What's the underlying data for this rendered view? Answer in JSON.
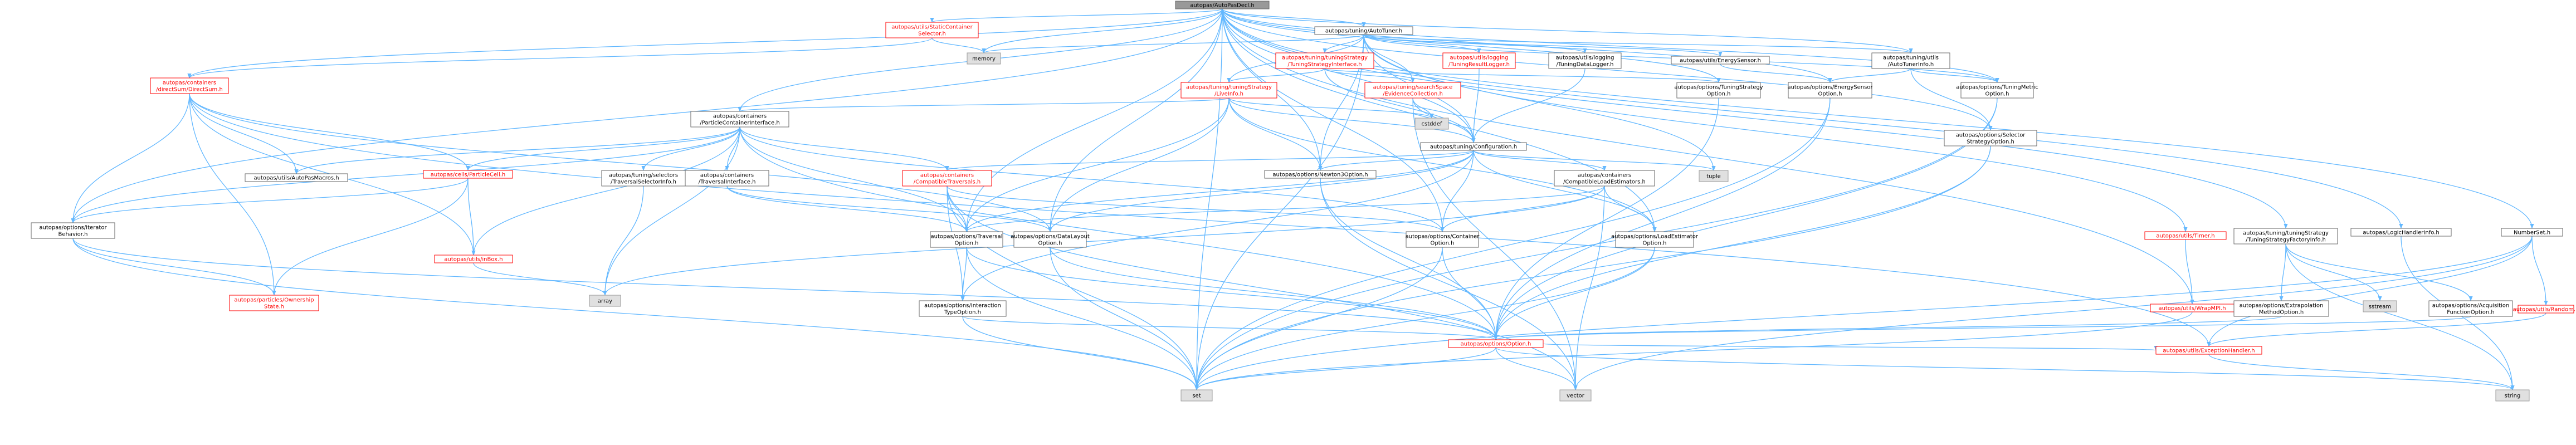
{
  "colors": {
    "edge": "#63B8FF",
    "root_fill": "#999999",
    "node_border": "#666666",
    "incomplete_border": "#ff0000",
    "incomplete_text": "#ff0000",
    "system_fill": "#e0e0e0"
  },
  "nodes": [
    {
      "id": "root",
      "label": [
        "autopas/AutoPasDecl.h"
      ],
      "kind": "root"
    },
    {
      "id": "staticcont",
      "label": [
        "autopas/utils/StaticContainer",
        "Selector.h"
      ],
      "kind": "bad"
    },
    {
      "id": "autotuner",
      "label": [
        "autopas/tuning/AutoTuner.h"
      ],
      "kind": "link"
    },
    {
      "id": "memory",
      "label": [
        "memory"
      ],
      "kind": "sys"
    },
    {
      "id": "tsinterface",
      "label": [
        "autopas/tuning/tuningStrategy",
        "/TuningStrategyInterface.h"
      ],
      "kind": "bad"
    },
    {
      "id": "tuningresultlog",
      "label": [
        "autopas/utils/logging",
        "/TuningResultLogger.h"
      ],
      "kind": "bad"
    },
    {
      "id": "tuningdatalog",
      "label": [
        "autopas/utils/logging",
        "/TuningDataLogger.h"
      ],
      "kind": "link"
    },
    {
      "id": "energysensor",
      "label": [
        "autopas/utils/EnergySensor.h"
      ],
      "kind": "link"
    },
    {
      "id": "autotuneinfo",
      "label": [
        "autopas/tuning/utils",
        "/AutoTunerInfo.h"
      ],
      "kind": "link"
    },
    {
      "id": "directsum",
      "label": [
        "autopas/containers",
        "/directSum/DirectSum.h"
      ],
      "kind": "bad"
    },
    {
      "id": "liveinfo",
      "label": [
        "autopas/tuning/tuningStrategy",
        "/LiveInfo.h"
      ],
      "kind": "bad"
    },
    {
      "id": "evidence",
      "label": [
        "autopas/tuning/searchSpace",
        "/EvidenceCollection.h"
      ],
      "kind": "bad"
    },
    {
      "id": "tsoption",
      "label": [
        "autopas/options/TuningStrategy",
        "Option.h"
      ],
      "kind": "link"
    },
    {
      "id": "esoption",
      "label": [
        "autopas/options/EnergySensor",
        "Option.h"
      ],
      "kind": "link"
    },
    {
      "id": "tmoption",
      "label": [
        "autopas/options/TuningMetric",
        "Option.h"
      ],
      "kind": "link"
    },
    {
      "id": "pcinterface",
      "label": [
        "autopas/containers",
        "/ParticleContainerInterface.h"
      ],
      "kind": "link"
    },
    {
      "id": "cstddef",
      "label": [
        "cstddef"
      ],
      "kind": "sys"
    },
    {
      "id": "config",
      "label": [
        "autopas/tuning/Configuration.h"
      ],
      "kind": "link"
    },
    {
      "id": "selstrat",
      "label": [
        "autopas/options/Selector",
        "StrategyOption.h"
      ],
      "kind": "link"
    },
    {
      "id": "macros",
      "label": [
        "autopas/utils/AutoPasMacros.h"
      ],
      "kind": "link"
    },
    {
      "id": "particlecell",
      "label": [
        "autopas/cells/ParticleCell.h"
      ],
      "kind": "bad"
    },
    {
      "id": "travselinfo",
      "label": [
        "autopas/tuning/selectors",
        "/TraversalSelectorInfo.h"
      ],
      "kind": "link"
    },
    {
      "id": "travinterface",
      "label": [
        "autopas/containers",
        "/TraversalInterface.h"
      ],
      "kind": "link"
    },
    {
      "id": "compattrav",
      "label": [
        "autopas/containers",
        "/CompatibleTraversals.h"
      ],
      "kind": "bad"
    },
    {
      "id": "newton3",
      "label": [
        "autopas/options/Newton3Option.h"
      ],
      "kind": "link"
    },
    {
      "id": "tuple",
      "label": [
        "tuple"
      ],
      "kind": "sys"
    },
    {
      "id": "compatload",
      "label": [
        "autopas/containers",
        "/CompatibleLoadEstimators.h"
      ],
      "kind": "link"
    },
    {
      "id": "timer",
      "label": [
        "autopas/utils/Timer.h"
      ],
      "kind": "bad"
    },
    {
      "id": "tsfactory",
      "label": [
        "autopas/tuning/tuningStrategy",
        "/TuningStrategyFactoryInfo.h"
      ],
      "kind": "link"
    },
    {
      "id": "loghandler",
      "label": [
        "autopas/LogicHandlerInfo.h"
      ],
      "kind": "link"
    },
    {
      "id": "numberset",
      "label": [
        "NumberSet.h"
      ],
      "kind": "link"
    },
    {
      "id": "iterbehavior",
      "label": [
        "autopas/options/Iterator",
        "Behavior.h"
      ],
      "kind": "link"
    },
    {
      "id": "inbox",
      "label": [
        "autopas/utils/inBox.h"
      ],
      "kind": "bad"
    },
    {
      "id": "travoption",
      "label": [
        "autopas/options/Traversal",
        "Option.h"
      ],
      "kind": "link"
    },
    {
      "id": "datalayout",
      "label": [
        "autopas/options/DataLayout",
        "Option.h"
      ],
      "kind": "link"
    },
    {
      "id": "contoption",
      "label": [
        "autopas/options/Container",
        "Option.h"
      ],
      "kind": "link"
    },
    {
      "id": "loadest",
      "label": [
        "autopas/options/LoadEstimator",
        "Option.h"
      ],
      "kind": "link"
    },
    {
      "id": "array",
      "label": [
        "array"
      ],
      "kind": "sys"
    },
    {
      "id": "ownership",
      "label": [
        "autopas/particles/Ownership",
        "State.h"
      ],
      "kind": "bad"
    },
    {
      "id": "interaction",
      "label": [
        "autopas/options/Interaction",
        "TypeOption.h"
      ],
      "kind": "link"
    },
    {
      "id": "wrapmpi",
      "label": [
        "autopas/utils/WrapMPI.h"
      ],
      "kind": "bad"
    },
    {
      "id": "extrapolation",
      "label": [
        "autopas/options/Extrapolation",
        "MethodOption.h"
      ],
      "kind": "link"
    },
    {
      "id": "sstream",
      "label": [
        "sstream"
      ],
      "kind": "sys"
    },
    {
      "id": "acquisition",
      "label": [
        "autopas/options/Acquisition",
        "FunctionOption.h"
      ],
      "kind": "link"
    },
    {
      "id": "random",
      "label": [
        "autopas/utils/Random.h"
      ],
      "kind": "bad"
    },
    {
      "id": "option",
      "label": [
        "autopas/options/Option.h"
      ],
      "kind": "bad"
    },
    {
      "id": "exception",
      "label": [
        "autopas/utils/ExceptionHandler.h"
      ],
      "kind": "bad"
    },
    {
      "id": "set",
      "label": [
        "set"
      ],
      "kind": "sys"
    },
    {
      "id": "vector",
      "label": [
        "vector"
      ],
      "kind": "sys"
    },
    {
      "id": "string",
      "label": [
        "string"
      ],
      "kind": "sys"
    }
  ],
  "edges": [
    [
      "root",
      "staticcont"
    ],
    [
      "root",
      "autotuner"
    ],
    [
      "root",
      "memory"
    ],
    [
      "root",
      "directsum"
    ],
    [
      "root",
      "pcinterface"
    ],
    [
      "root",
      "travoption"
    ],
    [
      "root",
      "datalayout"
    ],
    [
      "root",
      "contoption"
    ],
    [
      "root",
      "newton3"
    ],
    [
      "root",
      "config"
    ],
    [
      "root",
      "tsoption"
    ],
    [
      "root",
      "esoption"
    ],
    [
      "root",
      "tmoption"
    ],
    [
      "root",
      "selstrat"
    ],
    [
      "root",
      "tsfactory"
    ],
    [
      "root",
      "loghandler"
    ],
    [
      "root",
      "numberset"
    ],
    [
      "root",
      "iterbehavior"
    ],
    [
      "root",
      "wrapmpi"
    ],
    [
      "root",
      "set"
    ],
    [
      "root",
      "loadest"
    ],
    [
      "root",
      "autotuneinfo"
    ],
    [
      "staticcont",
      "memory"
    ],
    [
      "staticcont",
      "directsum"
    ],
    [
      "autotuner",
      "memory"
    ],
    [
      "autotuner",
      "tsinterface"
    ],
    [
      "autotuner",
      "tuningresultlog"
    ],
    [
      "autotuner",
      "tuningdatalog"
    ],
    [
      "autotuner",
      "energysensor"
    ],
    [
      "autotuner",
      "autotuneinfo"
    ],
    [
      "autotuner",
      "liveinfo"
    ],
    [
      "autotuner",
      "evidence"
    ],
    [
      "autotuner",
      "config"
    ],
    [
      "autotuner",
      "tuple"
    ],
    [
      "autotuner",
      "timer"
    ],
    [
      "autotuner",
      "tmoption"
    ],
    [
      "autotuner",
      "set"
    ],
    [
      "autotuner",
      "newton3"
    ],
    [
      "tsinterface",
      "liveinfo"
    ],
    [
      "tsinterface",
      "evidence"
    ],
    [
      "tsinterface",
      "config"
    ],
    [
      "tsinterface",
      "tsoption"
    ],
    [
      "tuningresultlog",
      "config"
    ],
    [
      "tuningdatalog",
      "config"
    ],
    [
      "energysensor",
      "esoption"
    ],
    [
      "autotuneinfo",
      "tmoption"
    ],
    [
      "autotuneinfo",
      "selstrat"
    ],
    [
      "autotuneinfo",
      "esoption"
    ],
    [
      "directsum",
      "macros"
    ],
    [
      "directsum",
      "particlecell"
    ],
    [
      "directsum",
      "iterbehavior"
    ],
    [
      "directsum",
      "inbox"
    ],
    [
      "directsum",
      "ownership"
    ],
    [
      "directsum",
      "datalayout"
    ],
    [
      "directsum",
      "exception"
    ],
    [
      "liveinfo",
      "pcinterface"
    ],
    [
      "liveinfo",
      "cstddef"
    ],
    [
      "liveinfo",
      "config"
    ],
    [
      "liveinfo",
      "travoption"
    ],
    [
      "liveinfo",
      "datalayout"
    ],
    [
      "liveinfo",
      "newton3"
    ],
    [
      "liveinfo",
      "loadest"
    ],
    [
      "evidence",
      "cstddef"
    ],
    [
      "evidence",
      "config"
    ],
    [
      "evidence",
      "vector"
    ],
    [
      "tsoption",
      "option"
    ],
    [
      "esoption",
      "option"
    ],
    [
      "esoption",
      "set"
    ],
    [
      "tmoption",
      "option"
    ],
    [
      "tmoption",
      "set"
    ],
    [
      "pcinterface",
      "macros"
    ],
    [
      "pcinterface",
      "particlecell"
    ],
    [
      "pcinterface",
      "travselinfo"
    ],
    [
      "pcinterface",
      "travinterface"
    ],
    [
      "pcinterface",
      "compattrav"
    ],
    [
      "pcinterface",
      "iterbehavior"
    ],
    [
      "pcinterface",
      "inbox"
    ],
    [
      "pcinterface",
      "array"
    ],
    [
      "pcinterface",
      "contoption"
    ],
    [
      "pcinterface",
      "travoption"
    ],
    [
      "pcinterface",
      "option"
    ],
    [
      "config",
      "newton3"
    ],
    [
      "config",
      "compattrav"
    ],
    [
      "config",
      "compatload"
    ],
    [
      "config",
      "tuple"
    ],
    [
      "config",
      "contoption"
    ],
    [
      "config",
      "travoption"
    ],
    [
      "config",
      "datalayout"
    ],
    [
      "config",
      "loadest"
    ],
    [
      "config",
      "interaction"
    ],
    [
      "selstrat",
      "option"
    ],
    [
      "selstrat",
      "set"
    ],
    [
      "particlecell",
      "iterbehavior"
    ],
    [
      "particlecell",
      "ownership"
    ],
    [
      "particlecell",
      "inbox"
    ],
    [
      "travselinfo",
      "array"
    ],
    [
      "travinterface",
      "travoption"
    ],
    [
      "travinterface",
      "datalayout"
    ],
    [
      "compattrav",
      "travoption"
    ],
    [
      "compattrav",
      "contoption"
    ],
    [
      "compattrav",
      "interaction"
    ],
    [
      "compattrav",
      "set"
    ],
    [
      "compattrav",
      "vector"
    ],
    [
      "newton3",
      "option"
    ],
    [
      "newton3",
      "vector"
    ],
    [
      "compatload",
      "contoption"
    ],
    [
      "compatload",
      "loadest"
    ],
    [
      "compatload",
      "travoption"
    ],
    [
      "compatload",
      "array"
    ],
    [
      "compatload",
      "vector"
    ],
    [
      "timer",
      "wrapmpi"
    ],
    [
      "tsfactory",
      "extrapolation"
    ],
    [
      "tsfactory",
      "acquisition"
    ],
    [
      "tsfactory",
      "string"
    ],
    [
      "tsfactory",
      "sstream"
    ],
    [
      "loghandler",
      "string"
    ],
    [
      "numberset",
      "random"
    ],
    [
      "numberset",
      "exception"
    ],
    [
      "numberset",
      "set"
    ],
    [
      "numberset",
      "vector"
    ],
    [
      "iterbehavior",
      "option"
    ],
    [
      "iterbehavior",
      "set"
    ],
    [
      "iterbehavior",
      "ownership"
    ],
    [
      "inbox",
      "array"
    ],
    [
      "travoption",
      "option"
    ],
    [
      "travoption",
      "interaction"
    ],
    [
      "travoption",
      "set"
    ],
    [
      "datalayout",
      "option"
    ],
    [
      "datalayout",
      "set"
    ],
    [
      "contoption",
      "option"
    ],
    [
      "contoption",
      "set"
    ],
    [
      "loadest",
      "option"
    ],
    [
      "loadest",
      "set"
    ],
    [
      "interaction",
      "option"
    ],
    [
      "interaction",
      "set"
    ],
    [
      "wrapmpi",
      "set"
    ],
    [
      "extrapolation",
      "option"
    ],
    [
      "acquisition",
      "option"
    ],
    [
      "random",
      "exception"
    ],
    [
      "option",
      "set"
    ],
    [
      "option",
      "vector"
    ],
    [
      "option",
      "string"
    ],
    [
      "option",
      "exception"
    ],
    [
      "exception",
      "string"
    ]
  ]
}
